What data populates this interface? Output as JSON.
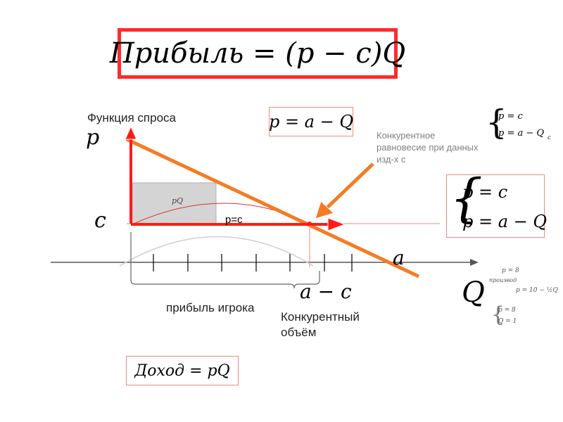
{
  "formulas": {
    "title": "Прибыль = (p − c)Q",
    "demand": "p = a − Q",
    "revenue": "Доход = pQ",
    "system_line1": "p = c",
    "system_line2": "p = a − Q",
    "small_system_line1": "p = c",
    "small_system_line2": "p = a − Q",
    "small_system_subscript": "c",
    "brace_label": "a − c",
    "tiny_top_line1": "p = 8",
    "tiny_top_line2": "p = 10 − ½Q",
    "tiny_top_prefix": "производ",
    "tiny_bottom_line1": "p = 8",
    "tiny_bottom_line2": "Q = 1"
  },
  "texts": {
    "demand_function": "Функция спроса",
    "p_axis": "p",
    "c_level": "c",
    "p_eq_c": "p=c",
    "a_label": "a",
    "q_axis": "Q",
    "pq_rect": "pQ",
    "competitive_equilibrium": "Конкурентное равновесие при данных изд-х с",
    "player_profit": "прибыль игрока",
    "competitive_volume": "Конкурентный объём"
  },
  "colors": {
    "accent_red": "#ff2a2a",
    "orange": "#f47c24",
    "gray_label": "#808080",
    "box_border": "#f28a7a",
    "rect_fill": "#d4d4d4"
  }
}
